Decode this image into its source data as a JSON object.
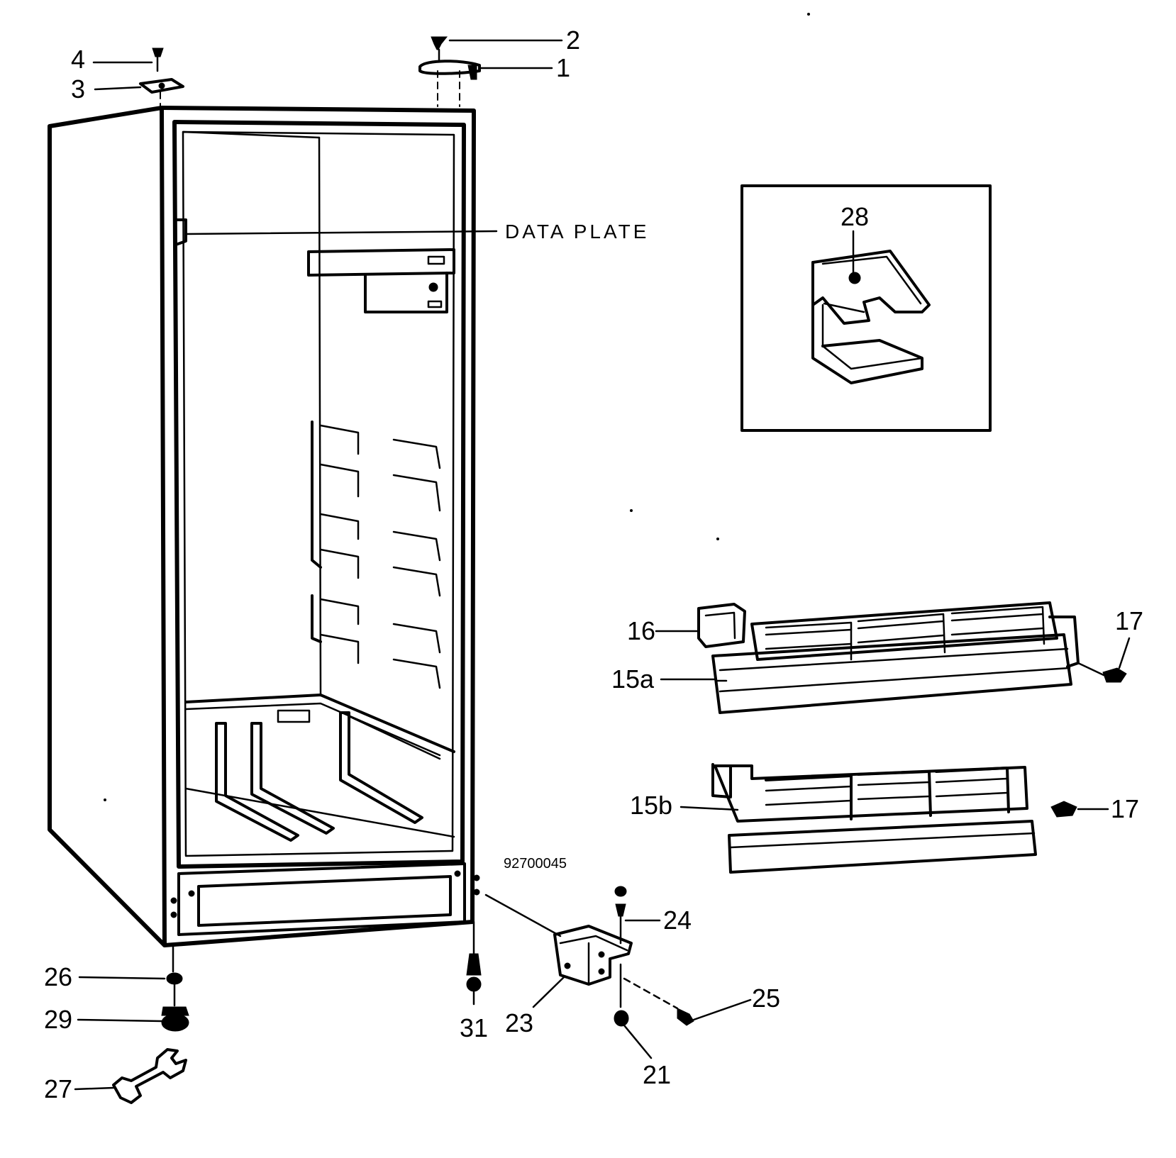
{
  "diagram": {
    "drawing_number": "92700045",
    "data_plate_label": "DATA PLATE",
    "callouts": {
      "c1": "1",
      "c2": "2",
      "c3": "3",
      "c4": "4",
      "c15a": "15a",
      "c15b": "15b",
      "c16": "16",
      "c17_top": "17",
      "c17_bottom": "17",
      "c21": "21",
      "c23": "23",
      "c24": "24",
      "c25": "25",
      "c26": "26",
      "c27": "27",
      "c28": "28",
      "c29": "29",
      "c31": "31"
    }
  }
}
